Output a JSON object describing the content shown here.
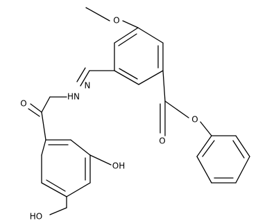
{
  "molecule": {
    "atoms": {
      "methoxy_o": "O",
      "hydrazone_nh": "HN",
      "hydrazone_n": "N",
      "amide_o": "O",
      "ester_o_single": "O",
      "ester_o_double": "O",
      "oh_right": "OH",
      "oh_bottom": "HO"
    }
  },
  "colors": {
    "bond": "#000000",
    "text": "#000000",
    "background": "#ffffff"
  }
}
